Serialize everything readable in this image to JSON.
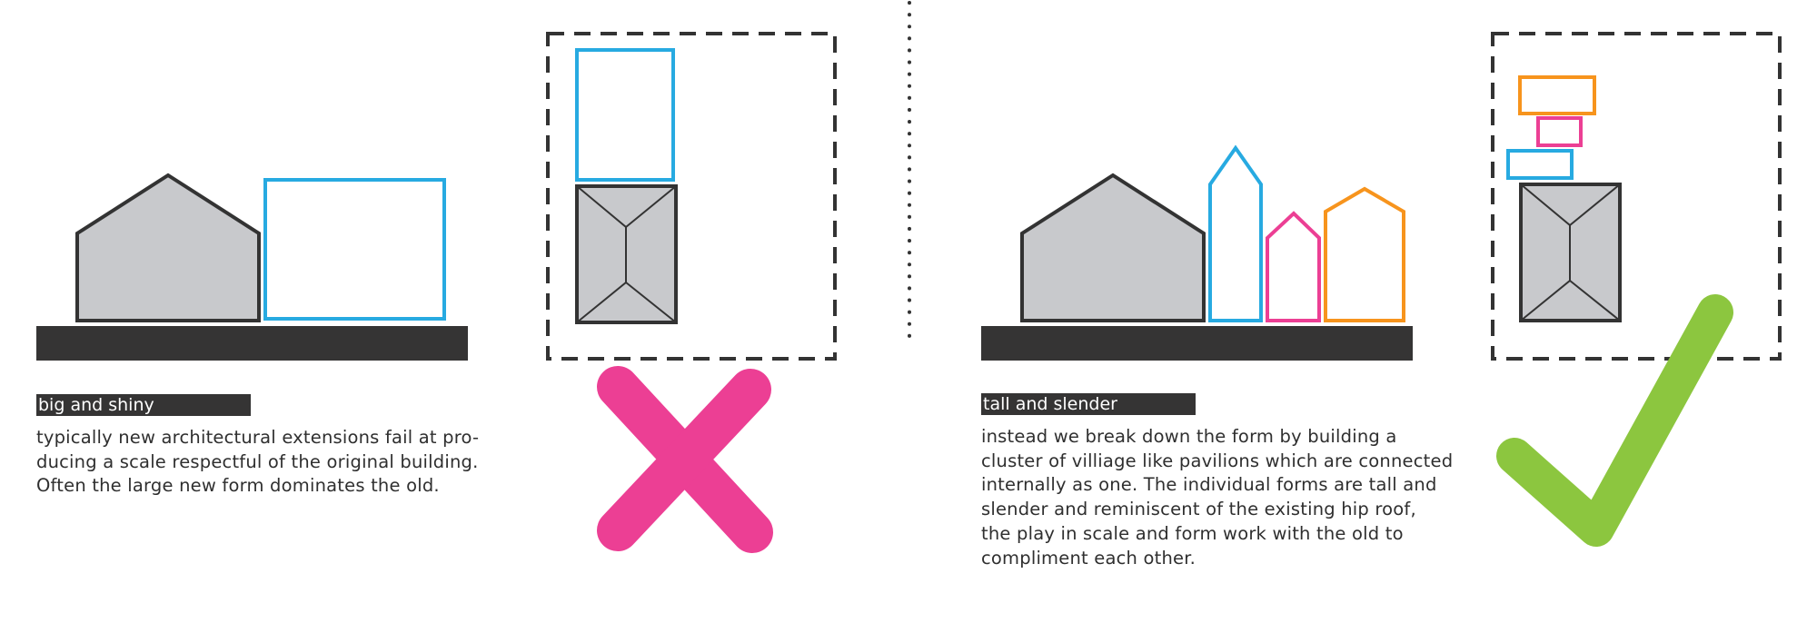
{
  "colors": {
    "outline": "#333333",
    "house_fill": "#c8c9cc",
    "ground": "#353434",
    "blue": "#27aae1",
    "pink": "#ec3f94",
    "orange": "#f7941d",
    "green": "#8cc63f"
  },
  "left_panel": {
    "tag": "big and shiny",
    "body_lines": [
      "typically new architectural extensions fail at pro-",
      "ducing a scale respectful of the original building.",
      "Often the large new form dominates the old."
    ],
    "verdict_icon": "cross-icon"
  },
  "right_panel": {
    "tag": "tall and slender",
    "body_lines": [
      "instead we break down the form by building a",
      "cluster of villiage like pavilions which are connected",
      "internally as one. The individual forms are tall and",
      "slender and reminiscent of the existing hip roof,",
      "the play in scale and form work with the old to",
      "compliment each other."
    ],
    "verdict_icon": "check-icon"
  }
}
